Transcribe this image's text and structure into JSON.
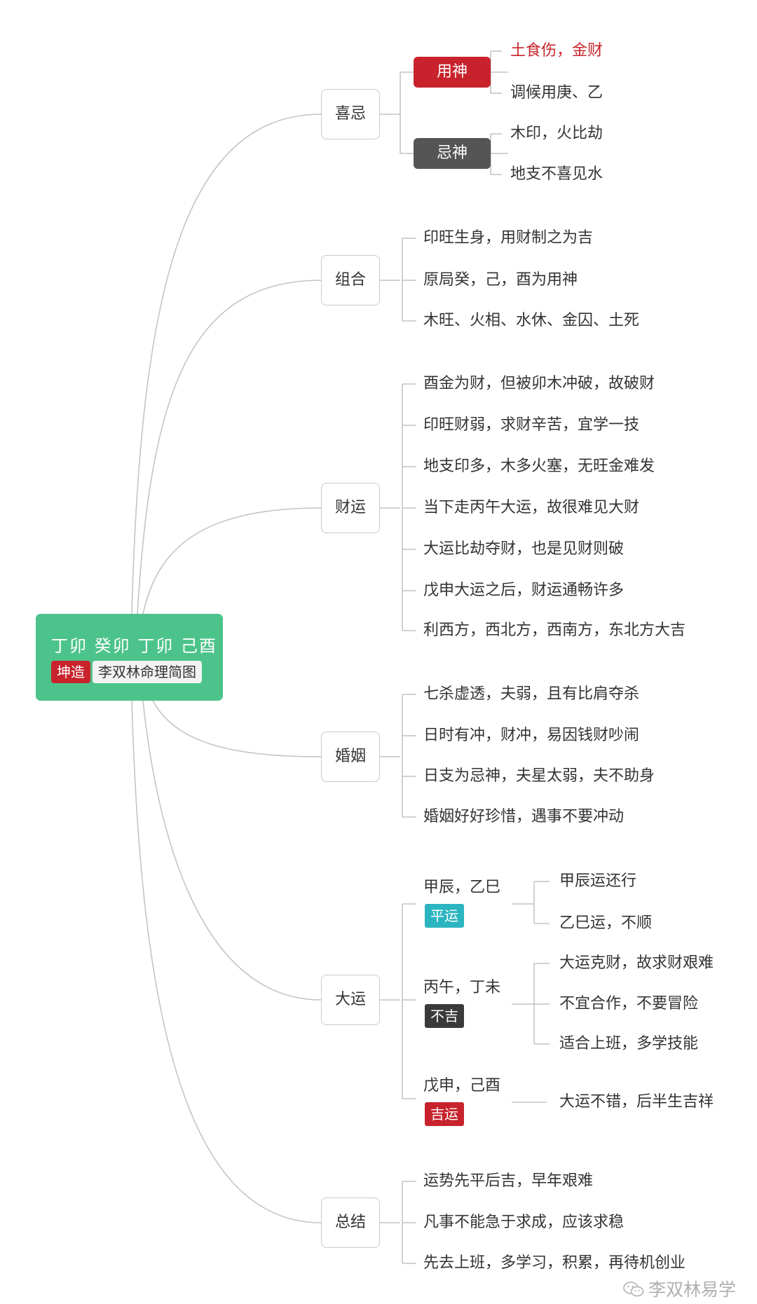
{
  "root": {
    "title": "丁卯 癸卯 丁卯 己酉",
    "gender_tag": "坤造",
    "author_tag": "李双林命理简图"
  },
  "colors": {
    "root_bg": "#4cc38a",
    "favorable": "#c8232c",
    "unfavorable": "#555555",
    "ping": "#2bb5c0",
    "buji": "#3a3a3a",
    "ji": "#c8232c",
    "line": "#c4c4c4"
  },
  "xiji": {
    "label": "喜忌",
    "yongshen": {
      "label": "用神",
      "items": [
        "土食伤，金财",
        "调候用庚、乙"
      ]
    },
    "jishen": {
      "label": "忌神",
      "items": [
        "木印，火比劫",
        "地支不喜见水"
      ]
    }
  },
  "zuhe": {
    "label": "组合",
    "items": [
      "印旺生身，用财制之为吉",
      "原局癸，己，酉为用神",
      "木旺、火相、水休、金囚、土死"
    ]
  },
  "caiyun": {
    "label": "财运",
    "items": [
      "酉金为财，但被卯木冲破，故破财",
      "印旺财弱，求财辛苦，宜学一技",
      "地支印多，木多火塞，无旺金难发",
      "当下走丙午大运，故很难见大财",
      "大运比劫夺财，也是见财则破",
      "戊申大运之后，财运通畅许多",
      "利西方，西北方，西南方，东北方大吉"
    ]
  },
  "hunyin": {
    "label": "婚姻",
    "items": [
      "七杀虚透，夫弱，且有比肩夺杀",
      "日时有冲，财冲，易因钱财吵闹",
      "日支为忌神，夫星太弱，夫不助身",
      "婚姻好好珍惜，遇事不要冲动"
    ]
  },
  "dayun": {
    "label": "大运",
    "groups": [
      {
        "title": "甲辰，乙巳",
        "tag": "平运",
        "items": [
          "甲辰运还行",
          "乙巳运，不顺"
        ]
      },
      {
        "title": "丙午，丁未",
        "tag": "不吉",
        "items": [
          "大运克财，故求财艰难",
          "不宜合作，不要冒险",
          "适合上班，多学技能"
        ]
      },
      {
        "title": "戊申，己酉",
        "tag": "吉运",
        "items": [
          "大运不错，后半生吉祥"
        ]
      }
    ]
  },
  "zongjie": {
    "label": "总结",
    "items": [
      "运势先平后吉，早年艰难",
      "凡事不能急于求成，应该求稳",
      "先去上班，多学习，积累，再待机创业"
    ]
  },
  "watermark": {
    "icon": "wechat-icon",
    "text": "李双林易学"
  }
}
